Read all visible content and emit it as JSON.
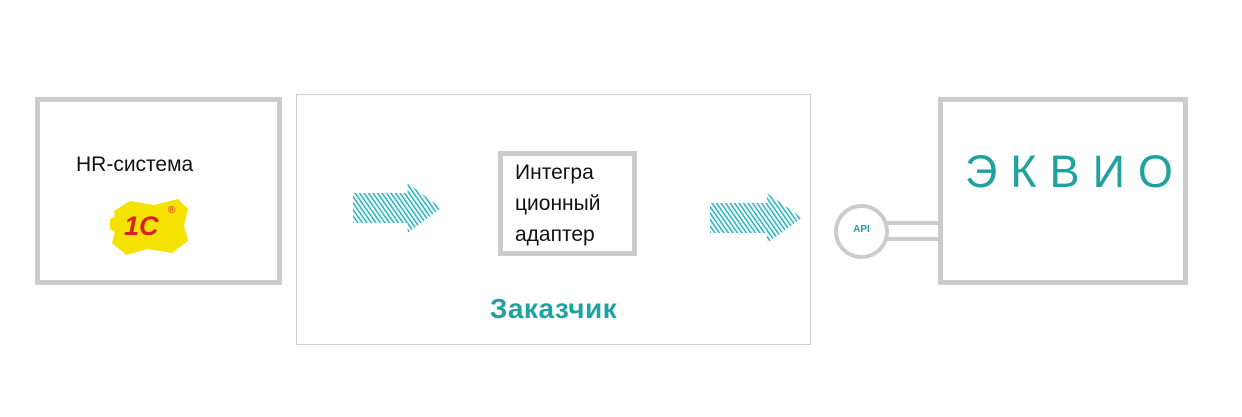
{
  "hr_system": {
    "label": "HR-система",
    "logo_text": "1С",
    "logo_mark": "®"
  },
  "customer": {
    "label": "Заказчик",
    "adapter_label": "Интегра\nционный\nадаптер"
  },
  "connector": {
    "api_label": "API"
  },
  "platform": {
    "logo_text": "ЭКВИО"
  },
  "colors": {
    "accent": "#20a3a0",
    "arrow_hatch": "#2fb8c4",
    "frame": "#cccccc",
    "logo_yellow": "#f6e200",
    "logo_red": "#d8202c"
  }
}
